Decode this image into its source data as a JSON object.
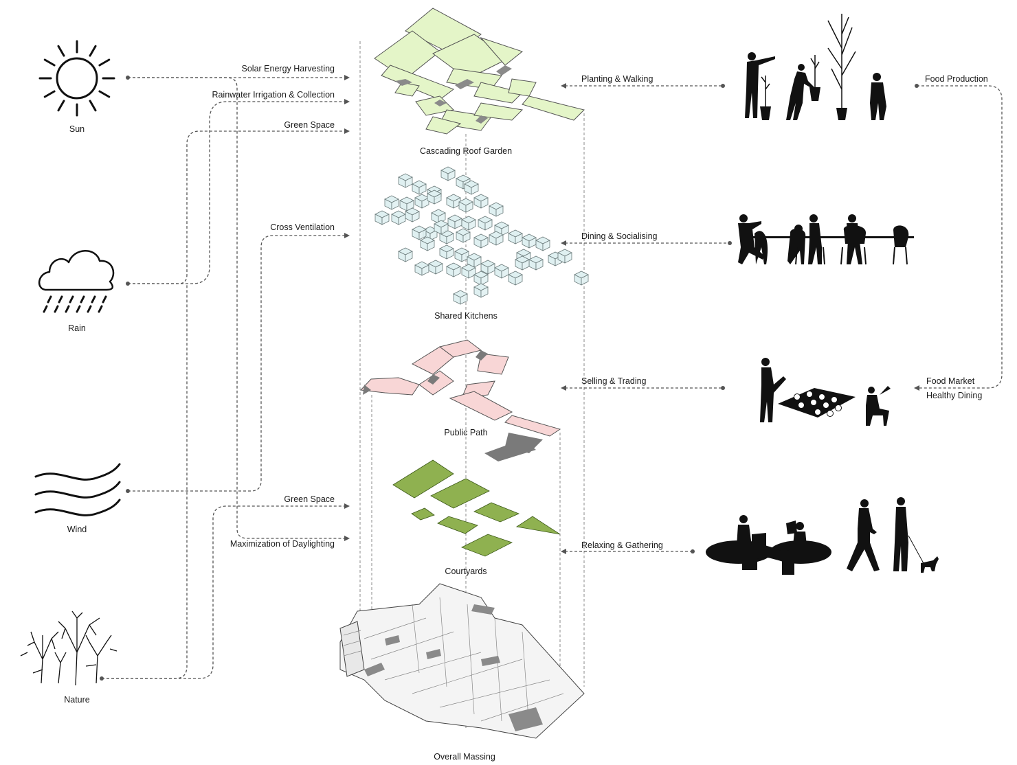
{
  "layers": [
    {
      "id": "roof",
      "label": "Cascading Roof Garden",
      "color": "#e4f5c8"
    },
    {
      "id": "kitchens",
      "label": "Shared Kitchens",
      "color": "#dff0f1"
    },
    {
      "id": "path",
      "label": "Public Path",
      "color": "#f8d6d6"
    },
    {
      "id": "courtyards",
      "label": "Courtyards",
      "color": "#8fb150"
    },
    {
      "id": "massing",
      "label": "Overall Massing",
      "color": "#f2f2f2"
    }
  ],
  "sources": [
    {
      "id": "sun",
      "label": "Sun",
      "icon": "sun-icon"
    },
    {
      "id": "rain",
      "label": "Rain",
      "icon": "rain-cloud-icon"
    },
    {
      "id": "wind",
      "label": "Wind",
      "icon": "wind-icon"
    },
    {
      "id": "nature",
      "label": "Nature",
      "icon": "trees-icon"
    }
  ],
  "left_flows": [
    "Solar Energy Harvesting",
    "Rainwater Irrigation & Collection",
    "Green Space",
    "Cross Ventilation",
    "Green Space",
    "Maximization of Daylighting"
  ],
  "activities": [
    {
      "label": "Planting & Walking",
      "icon": "people-planting-icon"
    },
    {
      "label": "Dining & Socialising",
      "icon": "people-dining-icon"
    },
    {
      "label": "Selling & Trading",
      "icon": "market-vendor-icon"
    },
    {
      "label": "Relaxing & Gathering",
      "icon": "people-gathering-icon"
    }
  ],
  "food_loop": {
    "top_label": "Food Production",
    "bottom_label_1": "Food Market",
    "bottom_label_2": "Healthy Dining"
  },
  "colors": {
    "line": "#555555",
    "guide": "#8a8a8a",
    "ink": "#111111"
  }
}
